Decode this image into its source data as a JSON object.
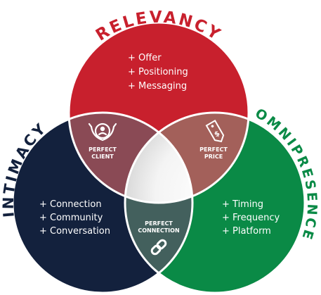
{
  "circles": {
    "top": {
      "title": "RELEVANCY",
      "items": [
        "+ Offer",
        "+ Positioning",
        "+ Messaging"
      ],
      "color": "#c8202d",
      "title_color": "#c8202d"
    },
    "left": {
      "title": "INTIMACY",
      "items": [
        "+ Connection",
        "+ Community",
        "+ Conversation"
      ],
      "color": "#13213d",
      "title_color": "#13213d"
    },
    "right": {
      "title": "OMNIPRESENCE",
      "items": [
        "+ Timing",
        "+ Frequency",
        "+ Platform"
      ],
      "color": "#0a8a46",
      "title_color": "#0a8a46"
    }
  },
  "overlaps": {
    "client": {
      "line1": "PERFECT",
      "line2": "CLIENT",
      "icon": "client-icon",
      "color": "#8a4a55"
    },
    "price": {
      "line1": "PERFECT",
      "line2": "PRICE",
      "icon": "price-tag-icon",
      "color": "#a3605a"
    },
    "connection": {
      "line1": "PERFECT",
      "line2": "CONNECTION",
      "icon": "chain-link-icon",
      "color": "#43605d"
    }
  }
}
